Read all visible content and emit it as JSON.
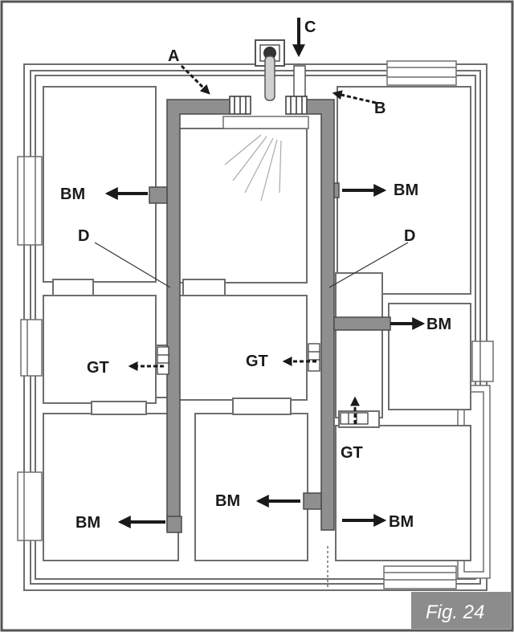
{
  "figure": {
    "caption": "Fig. 24",
    "colors": {
      "duct": "#8f8f8f",
      "wall": "#6e6e6e",
      "arrow": "#1a1a1a",
      "caption_bg": "#8c8c8c"
    }
  },
  "labels": {
    "a": "A",
    "b": "B",
    "c": "C",
    "d": "D",
    "bm": "BM",
    "gt": "GT"
  }
}
